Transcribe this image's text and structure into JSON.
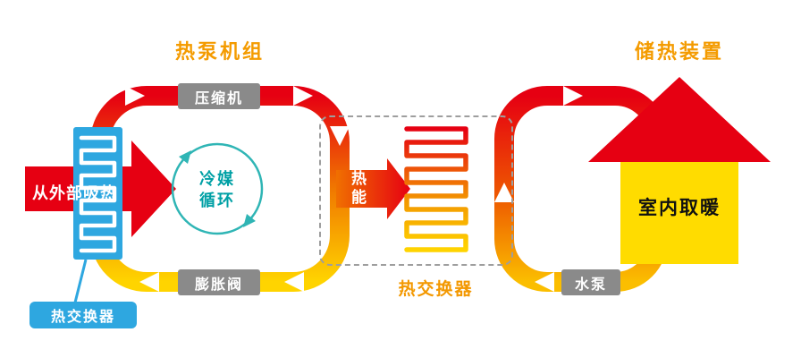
{
  "titles": {
    "heat_pump_unit": "热泵机组",
    "heat_storage_device": "储热装置"
  },
  "labels": {
    "absorb_heat_outside": "从外部吸热",
    "evaporator_heat_exchanger": "热交换器",
    "compressor": "压缩机",
    "expansion_valve": "膨胀阀",
    "refrigerant_cycle": "冷媒\n循环",
    "heat_energy": "热能",
    "center_heat_exchanger": "热交换器",
    "water_pump": "水泵",
    "indoor_heating": "室内取暖"
  },
  "colors": {
    "red": "#E60012",
    "orange": "#F39800",
    "yellow": "#FFD400",
    "blue": "#2EA7E0",
    "teal": "#00A0A5",
    "gray_box": "#8A8A8A",
    "title_orange": "#F49B00"
  }
}
